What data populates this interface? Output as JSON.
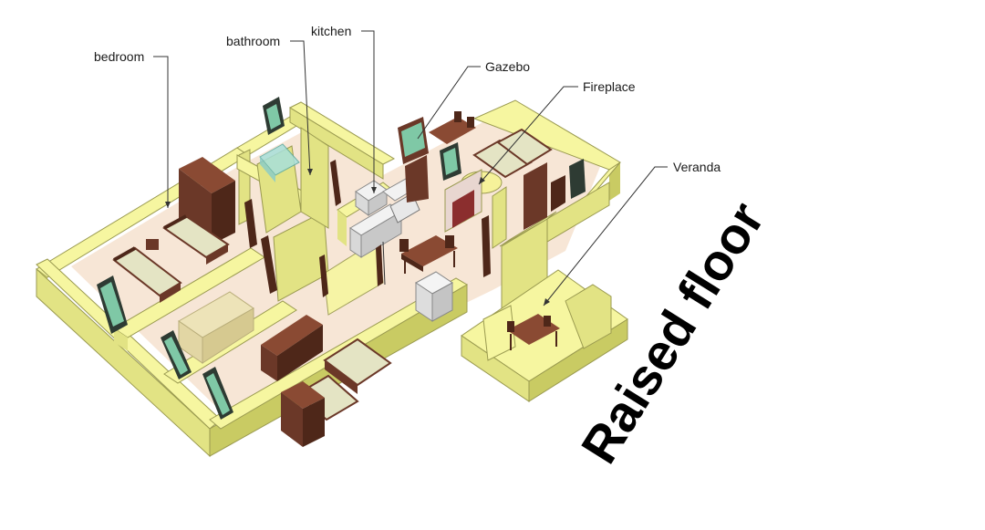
{
  "labels": {
    "bedroom": "bedroom",
    "bathroom": "bathroom",
    "kitchen": "kitchen",
    "gazebo": "Gazebo",
    "fireplace": "Fireplace",
    "veranda": "Veranda"
  },
  "caption": "Raised floor",
  "colors": {
    "wall_top": "#F6F6A0",
    "wall_front": "#E2E384",
    "wall_side": "#C9CB63",
    "floor": "#F7E6D6",
    "wood": "#6B3828",
    "wood_light": "#8A4A33",
    "bed_linen": "#E4E4C4",
    "glass": "#A8E0DA",
    "window": "#2E3B33"
  }
}
